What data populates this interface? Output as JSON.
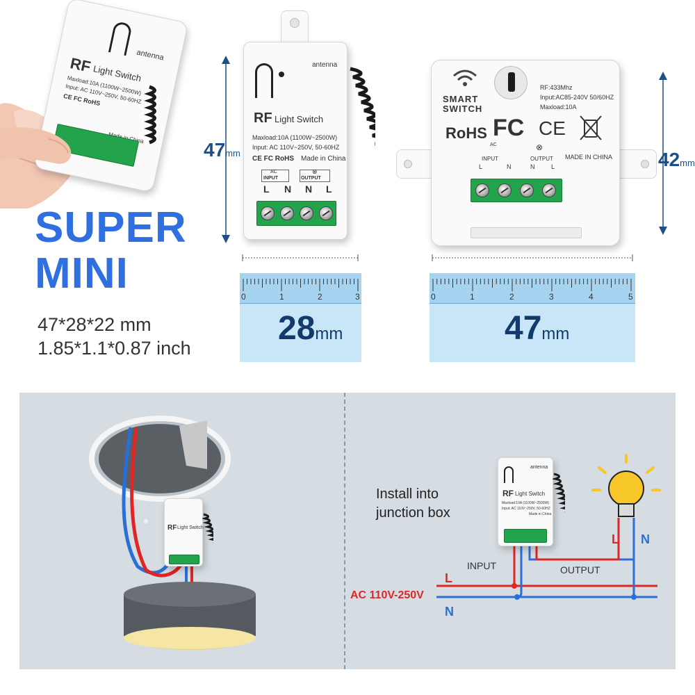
{
  "headline": {
    "line1": "SUPER",
    "line2": "MINI"
  },
  "size": {
    "metric": "47*28*22 mm",
    "imperial": "1.85*1.1*0.87 inch"
  },
  "device": {
    "antenna": "antenna",
    "brand": "RF",
    "name": "Light Switch",
    "maxload": "Maxload:10A (1100W~2500W)",
    "input": "Input: AC 110V~250V, 50-60HZ",
    "certs": "CE FC RoHS",
    "made": "Made in China",
    "input_label": "INPUT",
    "output_label": "OUTPUT",
    "ac": "AC",
    "terminals": [
      "L",
      "N",
      "N",
      "L"
    ]
  },
  "device_top": {
    "smart": "SMART",
    "switch": "SWITCH",
    "rf": "RF:433Mhz",
    "input": "Input:AC85-240V 50/60HZ",
    "maxload": "Maxload:10A",
    "rohs": "RoHS",
    "fc": "FC",
    "ce": "CE",
    "ac": "AC",
    "input_label": "INPUT",
    "output_label": "OUTPUT",
    "made": "MADE IN CHINA",
    "terminals": [
      "L",
      "N",
      "N",
      "L"
    ]
  },
  "dimensions": {
    "height_small": {
      "value": "47",
      "unit": "mm"
    },
    "height_large": {
      "value": "42",
      "unit": "mm"
    },
    "width_small": {
      "value": "28",
      "unit": "mm",
      "ticks": [
        "0",
        "1",
        "2",
        "3"
      ]
    },
    "width_large": {
      "value": "47",
      "unit": "mm",
      "ticks": [
        "0",
        "1",
        "2",
        "3",
        "4",
        "5"
      ]
    }
  },
  "wiring": {
    "install_line1": "Install into",
    "install_line2": "junction box",
    "input": "INPUT",
    "output": "OUTPUT",
    "ac": "AC 110V-250V",
    "L": "L",
    "N": "N",
    "bulb_L": "L",
    "bulb_N": "N"
  },
  "colors": {
    "headline_blue": "#2f6fe0",
    "live_red": "#e02525",
    "neutral_blue": "#2b6fd6",
    "terminal_green": "#23a34b"
  }
}
